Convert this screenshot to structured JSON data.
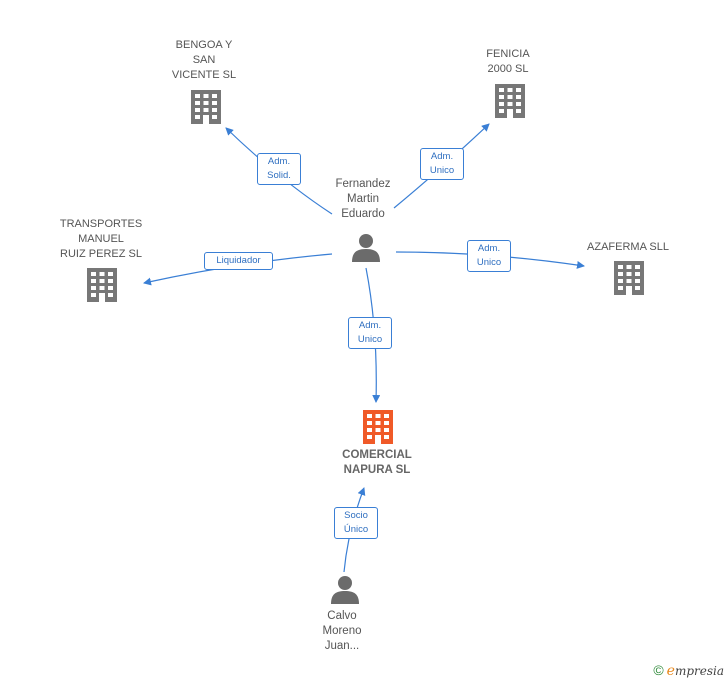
{
  "nodes": {
    "bengoa": {
      "label": "BENGOA Y\nSAN\nVICENTE SL",
      "icon": "building-icon"
    },
    "fenicia": {
      "label": "FENICIA\n2000 SL",
      "icon": "building-icon"
    },
    "transportes": {
      "label": "TRANSPORTES\nMANUEL\nRUIZ PEREZ SL",
      "icon": "building-icon"
    },
    "azaferma": {
      "label": "AZAFERMA  SLL",
      "icon": "building-icon"
    },
    "comercial": {
      "label": "COMERCIAL\nNAPURA  SL",
      "icon": "building-icon"
    },
    "fernandez": {
      "label": "Fernandez\nMartin\nEduardo",
      "icon": "person-icon"
    },
    "calvo": {
      "label": "Calvo\nMoreno\nJuan...",
      "icon": "person-icon"
    }
  },
  "edges": {
    "to_bengoa": "Adm.\nSolid.",
    "to_fenicia": "Adm.\nUnico",
    "to_transportes": "Liquidador",
    "to_azaferma": "Adm.\nUnico",
    "to_comercial": "Adm.\nUnico",
    "calvo_to_comercial": "Socio\nÚnico"
  },
  "colors": {
    "edge": "#3a7fd5",
    "building": "#777777",
    "target_building": "#f05a28",
    "person": "#6b6b6b"
  },
  "brand": {
    "copyright": "©",
    "e": "e",
    "rest": "mpresia"
  }
}
